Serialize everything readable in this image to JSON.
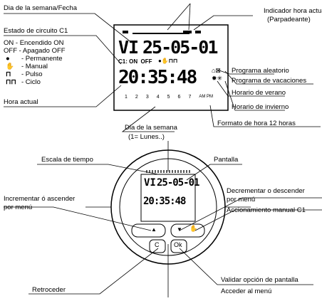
{
  "top": {
    "dia_fecha": "Dia de la semana/Fecha",
    "indicador_hora": "Indicador hora actual",
    "parpadeante": "(Parpadeante)",
    "estado_circuito": "Estado de circuito C1",
    "legend": [
      {
        "sym": "",
        "text": "ON - Encendido ON"
      },
      {
        "sym": "",
        "text": "OFF - Apagado OFF"
      },
      {
        "sym": "●",
        "text": "- Permanente"
      },
      {
        "sym": "✋",
        "text": "- Manual"
      },
      {
        "sym": "⊓",
        "text": "- Pulso"
      },
      {
        "sym": "⊓⊓",
        "text": "- Ciclo"
      }
    ],
    "hora_actual": "Hora actual",
    "prog_aleatorio": "Programa aleatorio",
    "prog_vacaciones": "Programa de vacaciones",
    "horario_verano": "Horario de verano",
    "horario_invierno": "Horario de invierno",
    "formato_12h": "Formato de hora 12 horas",
    "dia_semana": "Dia de la semana",
    "lunes": "(1= Lunes..)",
    "display": {
      "day": "VI",
      "date": "25-05-01",
      "status": "C1: ON  OFF",
      "time": "20:35:48",
      "days": [
        "1",
        "2",
        "3",
        "4",
        "5",
        "6",
        "7"
      ],
      "ampm": "AM PM"
    }
  },
  "bottom": {
    "escala_tiempo": "Escala de tiempo",
    "pantalla": "Pantalla",
    "incrementar_1": "Incrementar ó ascender",
    "incrementar_2": "por menú",
    "decrementar_1": "Decrementar o descender",
    "decrementar_2": "por menú",
    "accionamiento": "Accionamiento manual C1",
    "retroceder": "Retroceder",
    "validar": "Validar opción de pantalla",
    "acceder": "Acceder al menú",
    "display": {
      "day": "VI",
      "date": "25-05-01",
      "time": "20:35:48"
    },
    "buttons": {
      "up": "▲",
      "down": "▼",
      "hand": "✋",
      "c": "C",
      "ok": "Ok"
    }
  }
}
